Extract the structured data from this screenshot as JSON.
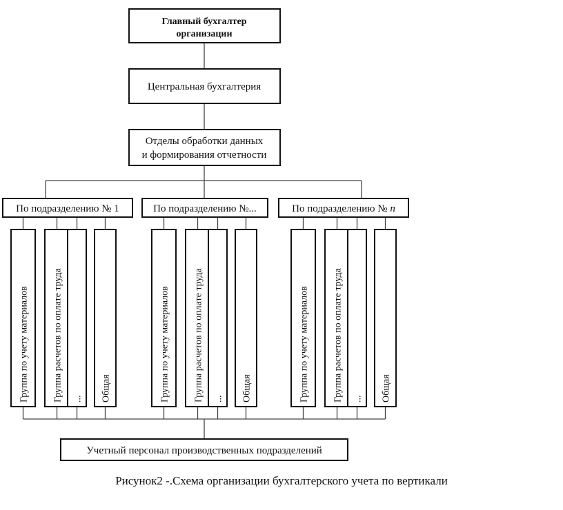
{
  "top": {
    "line1": "Главный бухгалтер",
    "line2": "организации"
  },
  "central": {
    "label": "Центральная бухгалтерия"
  },
  "processing": {
    "line1": "Отделы обработки данных",
    "line2": "и формирования отчетности"
  },
  "divisions": [
    {
      "label": "По подразделению № 1"
    },
    {
      "label": "По подразделению №..."
    },
    {
      "label": "По подразделению № ",
      "italic": "n"
    }
  ],
  "groups": [
    "Группа по учету материалов",
    "Группа расчетов по оплате труда",
    "...",
    "Общая"
  ],
  "bottom": {
    "label": "Учетный персонал  производственных подразделений"
  },
  "caption": "Рисунок2 -.Схема организации бухгалтерского учета по вертикали"
}
